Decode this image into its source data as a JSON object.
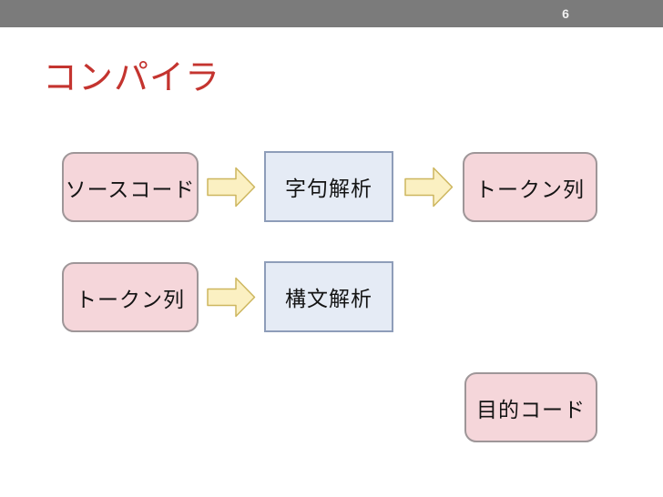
{
  "slide": {
    "page_number": "6",
    "title": "コンパイラ"
  },
  "colors": {
    "header_bar": "#7b7b7b",
    "page_number_text": "#f1f1f1",
    "title_red": "#c4342f",
    "data_box_fill": "#f5d6da",
    "data_box_border": "#9e9698",
    "process_box_fill": "#e5ebf5",
    "process_box_border": "#8e9db9",
    "arrow_fill": "#fbf0c2",
    "arrow_border": "#cdb65e"
  },
  "diagram": {
    "row1": {
      "source_code": "ソースコード",
      "lexical_analysis": "字句解析",
      "token_stream": "トークン列"
    },
    "row2": {
      "token_stream": "トークン列",
      "syntax_analysis": "構文解析"
    },
    "row3": {
      "object_code": "目的コード"
    }
  }
}
